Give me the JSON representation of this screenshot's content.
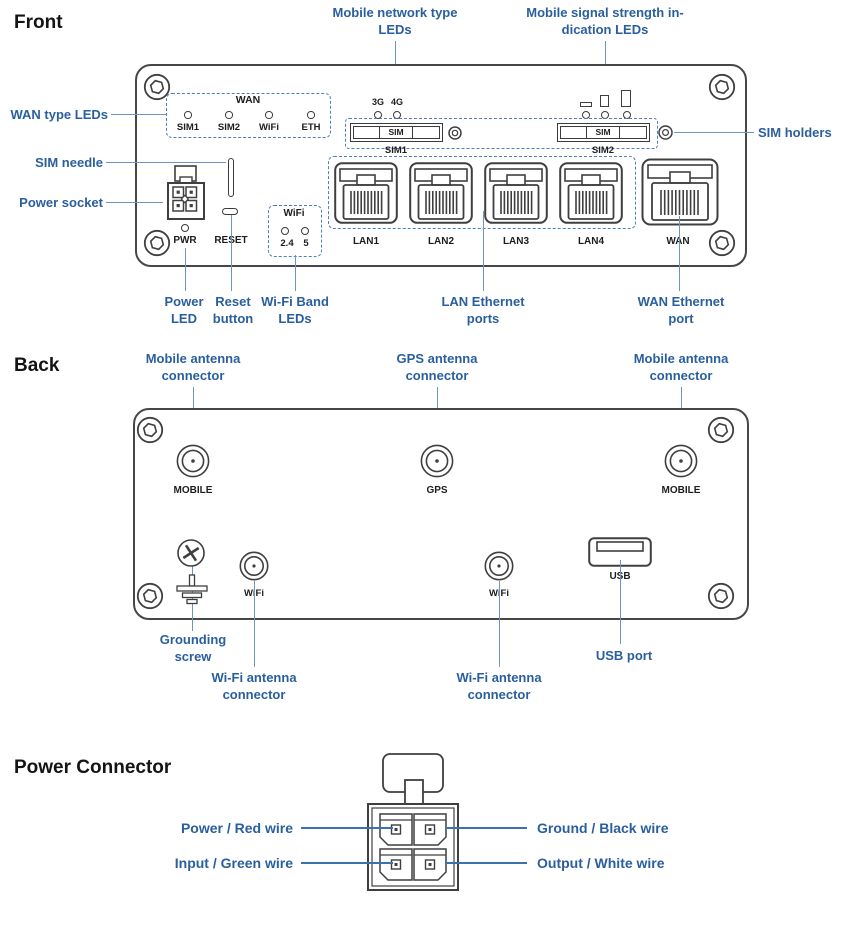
{
  "colors": {
    "callout_text": "#2a5f9e",
    "callout_line": "#6c95c3",
    "dash_border": "#4d7fbe",
    "device_stroke": "#3f3f3f",
    "panel_label_text": "#1d1d1d",
    "wire_line": "#3a72ad"
  },
  "front": {
    "title": "Front",
    "callouts": {
      "mobile_network_type": [
        "Mobile network type",
        "LEDs"
      ],
      "signal_strength": [
        "Mobile signal strength in-",
        "dication LEDs"
      ],
      "wan_type_leds": "WAN type LEDs",
      "sim_needle": "SIM needle",
      "power_socket": "Power socket",
      "sim_holders": "SIM holders",
      "power_led": [
        "Power",
        "LED"
      ],
      "reset_button": [
        "Reset",
        "button"
      ],
      "wifi_band_leds": [
        "Wi-Fi Band",
        "LEDs"
      ],
      "lan_ports": [
        "LAN Ethernet",
        "ports"
      ],
      "wan_port": [
        "WAN Ethernet",
        "port"
      ]
    },
    "wan_box": {
      "title": "WAN",
      "led_labels": [
        "SIM1",
        "SIM2",
        "WiFi",
        "ETH"
      ]
    },
    "mobile_led_labels": [
      "3G",
      "4G"
    ],
    "sim_slots": [
      {
        "text": "SIM",
        "caption": "SIM1"
      },
      {
        "text": "SIM",
        "caption": "SIM2"
      }
    ],
    "pwr_label": "PWR",
    "reset_label": "RESET",
    "wifi_box": {
      "title": "WiFi",
      "band_labels": [
        "2.4",
        "5"
      ]
    },
    "port_labels": [
      "LAN1",
      "LAN2",
      "LAN3",
      "LAN4",
      "WAN"
    ]
  },
  "back": {
    "title": "Back",
    "callouts": {
      "mobile_left": [
        "Mobile antenna",
        "connector"
      ],
      "gps": [
        "GPS antenna",
        "connector"
      ],
      "mobile_right": [
        "Mobile antenna",
        "connector"
      ],
      "grounding": [
        "Grounding",
        "screw"
      ],
      "wifi_left": [
        "Wi-Fi antenna",
        "connector"
      ],
      "wifi_right": [
        "Wi-Fi antenna",
        "connector"
      ],
      "usb": "USB port"
    },
    "labels": {
      "mobile_left": "MOBILE",
      "gps": "GPS",
      "mobile_right": "MOBILE",
      "wifi_left": "WiFi",
      "wifi_right": "WiFi",
      "usb": "USB"
    }
  },
  "power_connector": {
    "title": "Power Connector",
    "labels": {
      "power": "Power / Red wire",
      "input": "Input / Green wire",
      "ground": "Ground / Black wire",
      "output": "Output / White wire"
    }
  }
}
